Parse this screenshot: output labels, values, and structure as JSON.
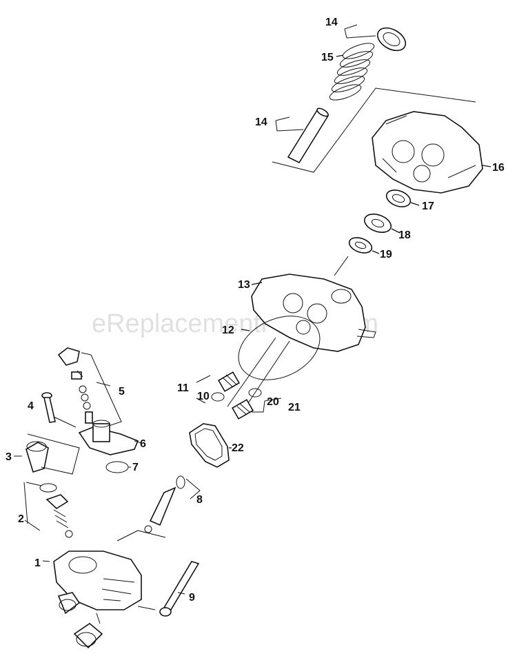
{
  "watermark": "eReplacementParts.com",
  "callouts": [
    {
      "id": "c14a",
      "text": "14"
    },
    {
      "id": "c15",
      "text": "15"
    },
    {
      "id": "c14b",
      "text": "14"
    },
    {
      "id": "c16",
      "text": "16"
    },
    {
      "id": "c17",
      "text": "17"
    },
    {
      "id": "c18",
      "text": "18"
    },
    {
      "id": "c19",
      "text": "19"
    },
    {
      "id": "c13",
      "text": "13"
    },
    {
      "id": "c12",
      "text": "12"
    },
    {
      "id": "c11",
      "text": "11"
    },
    {
      "id": "c10",
      "text": "10"
    },
    {
      "id": "c20",
      "text": "20"
    },
    {
      "id": "c21",
      "text": "21"
    },
    {
      "id": "c22",
      "text": "22"
    },
    {
      "id": "c5",
      "text": "5"
    },
    {
      "id": "c4",
      "text": "4"
    },
    {
      "id": "c6",
      "text": "6"
    },
    {
      "id": "c3",
      "text": "3"
    },
    {
      "id": "c7",
      "text": "7"
    },
    {
      "id": "c8",
      "text": "8"
    },
    {
      "id": "c2",
      "text": "2"
    },
    {
      "id": "c1",
      "text": "1"
    },
    {
      "id": "c9",
      "text": "9"
    }
  ]
}
